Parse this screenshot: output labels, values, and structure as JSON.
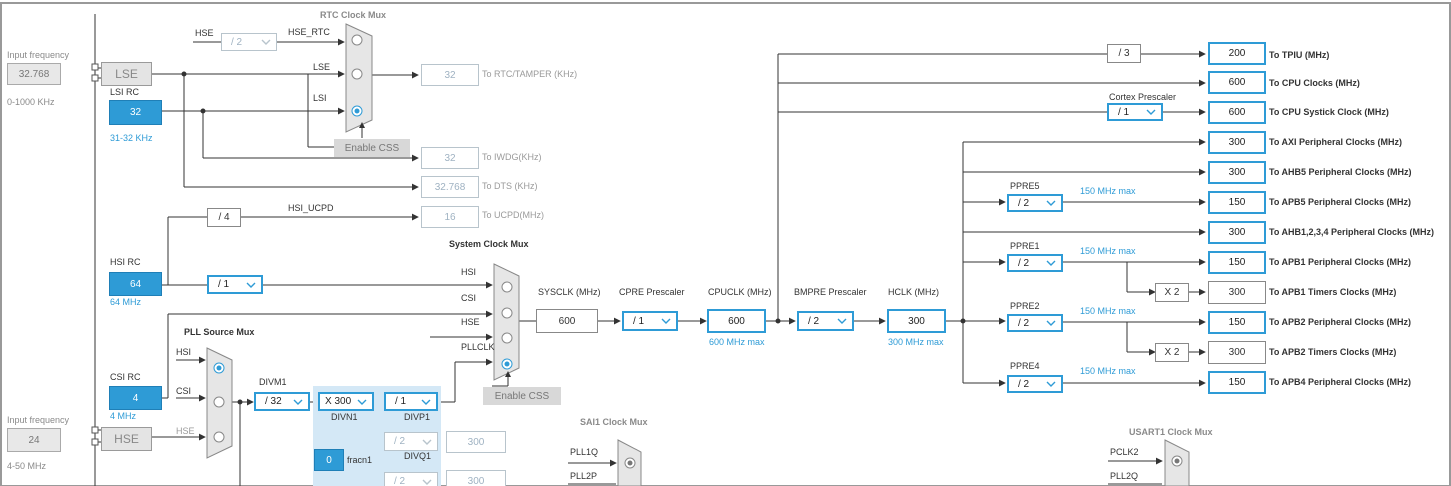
{
  "input_freq_lse": {
    "label": "Input frequency",
    "value": "32.768",
    "range": "0-1000 KHz"
  },
  "input_freq_hse": {
    "label": "Input frequency",
    "value": "24",
    "range": "4-50 MHz"
  },
  "lse": {
    "label": "LSE"
  },
  "hse": {
    "label": "HSE"
  },
  "lsi_rc": {
    "label": "LSI RC",
    "value": "32",
    "range": "31-32 KHz"
  },
  "hsi_rc": {
    "label": "HSI RC",
    "value": "64",
    "range": "64 MHz"
  },
  "csi_rc": {
    "label": "CSI RC",
    "value": "4",
    "range": "4 MHz"
  },
  "rtc_mux": {
    "title": "RTC Clock Mux",
    "hse_label": "HSE",
    "hse_div": "/ 2",
    "hse_rtc_label": "HSE_RTC",
    "lse_label": "LSE",
    "lsi_label": "LSI",
    "enable_css": "Enable CSS"
  },
  "outputs_left": {
    "rtc": {
      "value": "32",
      "label": "To RTC/TAMPER (KHz)"
    },
    "iwdg": {
      "value": "32",
      "label": "To IWDG(KHz)"
    },
    "dts": {
      "value": "32.768",
      "label": "To DTS (KHz)"
    },
    "ucpd": {
      "value": "16",
      "label": "To UCPD(MHz)"
    }
  },
  "hsi_ucpd": {
    "div": "/ 4",
    "label": "HSI_UCPD"
  },
  "hsi_div": "/ 1",
  "sys_mux": {
    "title": "System Clock Mux",
    "hsi": "HSI",
    "csi": "CSI",
    "hse": "HSE",
    "pllclk": "PLLCLK",
    "enable_css": "Enable CSS"
  },
  "pll_mux": {
    "title": "PLL Source Mux",
    "hsi": "HSI",
    "csi": "CSI",
    "hse": "HSE"
  },
  "pll": {
    "divm1_label": "DIVM1",
    "divm1": "/ 32",
    "divn1_label": "DIVN1",
    "divn1": "X 300",
    "divp1_label": "DIVP1",
    "divp1": "/ 1",
    "divq1_label": "DIVQ1",
    "divq1": "/ 2",
    "divq1_out": "300",
    "divr1": "/ 2",
    "divr1_out": "300",
    "fracn1_label": "fracn1",
    "fracn1": "0"
  },
  "sysclk": {
    "label": "SYSCLK (MHz)",
    "value": "600"
  },
  "cpre": {
    "label": "CPRE Prescaler",
    "value": "/ 1"
  },
  "cpuclk": {
    "label": "CPUCLK (MHz)",
    "value": "600",
    "max": "600 MHz max"
  },
  "bmpre": {
    "label": "BMPRE Prescaler",
    "value": "/ 2"
  },
  "hclk": {
    "label": "HCLK (MHz)",
    "value": "300",
    "max": "300 MHz max"
  },
  "tpiu_div": "/ 3",
  "cortex": {
    "label": "Cortex Prescaler",
    "value": "/ 1"
  },
  "ppre5": {
    "label": "PPRE5",
    "value": "/ 2",
    "max": "150 MHz max"
  },
  "ppre1": {
    "label": "PPRE1",
    "value": "/ 2",
    "max": "150 MHz max"
  },
  "ppre2": {
    "label": "PPRE2",
    "value": "/ 2",
    "max": "150 MHz max"
  },
  "ppre4": {
    "label": "PPRE4",
    "value": "/ 2",
    "max": "150 MHz max"
  },
  "x2": "X 2",
  "outputs_right": [
    {
      "value": "200",
      "label": "To TPIU (MHz)"
    },
    {
      "value": "600",
      "label": "To CPU Clocks (MHz)"
    },
    {
      "value": "600",
      "label": "To CPU Systick Clock (MHz)"
    },
    {
      "value": "300",
      "label": "To AXI Peripheral Clocks (MHz)"
    },
    {
      "value": "300",
      "label": "To AHB5 Peripheral Clocks  (MHz)"
    },
    {
      "value": "150",
      "label": "To APB5 Peripheral Clocks (MHz)"
    },
    {
      "value": "300",
      "label": "To AHB1,2,3,4 Peripheral Clocks (MHz)"
    },
    {
      "value": "150",
      "label": "To APB1 Peripheral Clocks (MHz)"
    },
    {
      "value": "300",
      "label": "To APB1 Timers Clocks (MHz)"
    },
    {
      "value": "150",
      "label": "To APB2 Peripheral Clocks (MHz)"
    },
    {
      "value": "300",
      "label": "To APB2 Timers Clocks (MHz)"
    },
    {
      "value": "150",
      "label": "To APB4 Peripheral Clocks (MHz)"
    }
  ],
  "sai1_mux": {
    "title": "SAI1 Clock Mux",
    "pll1q": "PLL1Q",
    "pll2p": "PLL2P"
  },
  "usart1_mux": {
    "title": "USART1 Clock Mux",
    "pclk2": "PCLK2",
    "pll2q": "PLL2Q"
  },
  "colors": {
    "accent": "#2e9bd6",
    "wire": "#333333",
    "pll_bg": "#d4e8f6"
  }
}
